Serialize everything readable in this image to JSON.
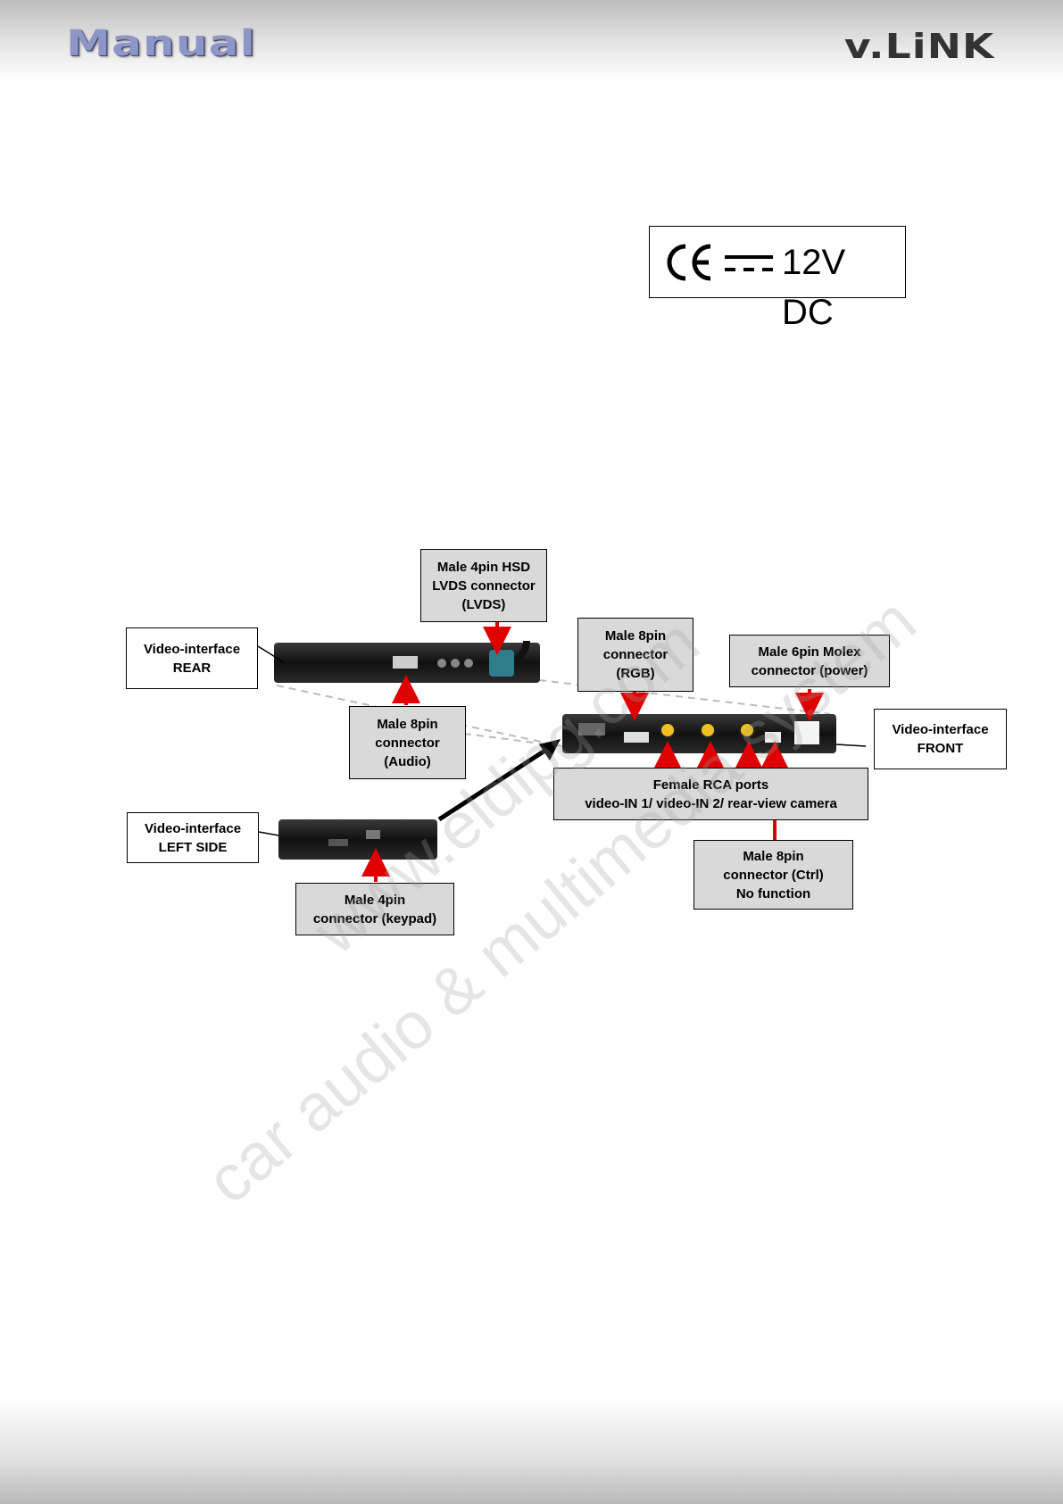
{
  "header": {
    "left_logo": "Manual",
    "right_logo": "v.LiNK"
  },
  "certification": {
    "voltage": "12V DC"
  },
  "diagram": {
    "labels": {
      "hsd": "Male 4pin HSD\nLVDS connector\n(LVDS)",
      "rear": "Video-interface\nREAR",
      "audio": "Male 8pin\nconnector\n(Audio)",
      "rgb": "Male 8pin\nconnector\n(RGB)",
      "molex": "Male 6pin Molex\nconnector (power)",
      "front": "Video-interface\nFRONT",
      "rca": "Female RCA ports\nvideo-IN 1/ video-IN 2/ rear-view camera",
      "left_side": "Video-interface\nLEFT SIDE",
      "keypad": "Male 4pin\nconnector (keypad)",
      "ctrl": "Male 8pin\nconnector (Ctrl)\nNo function"
    }
  },
  "watermark": {
    "line1": "www.eldipg.com",
    "line2": "car audio & multimedia system"
  }
}
